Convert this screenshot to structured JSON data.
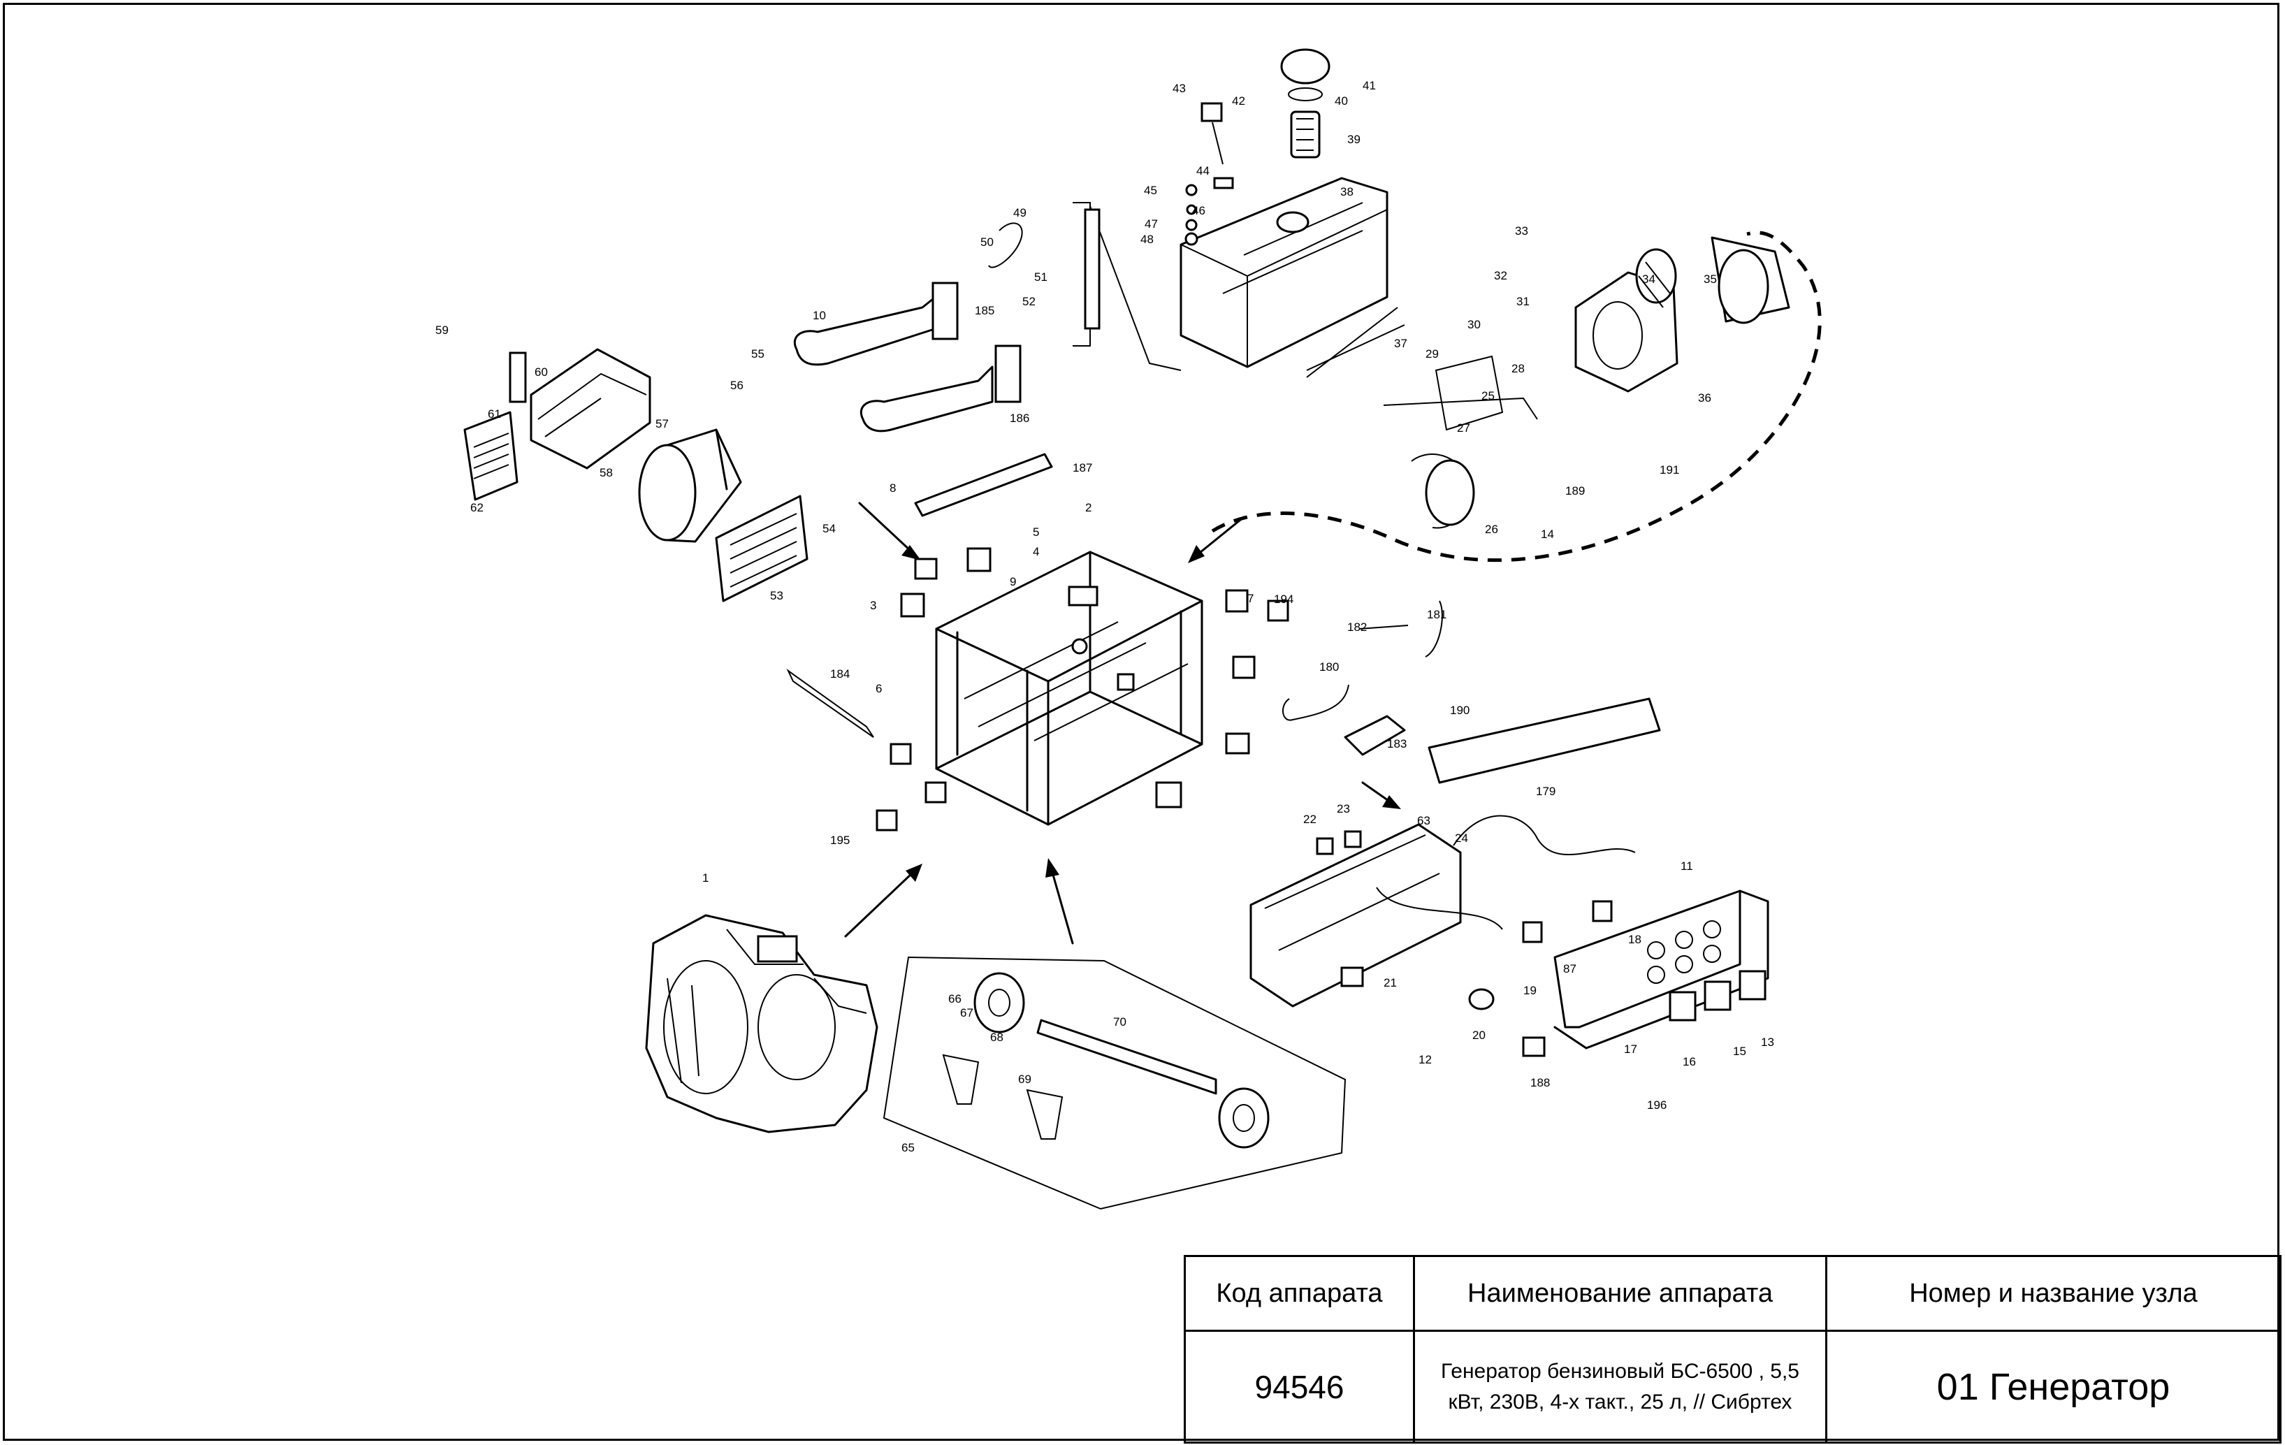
{
  "title_block": {
    "headers": {
      "code": "Код аппарата",
      "name": "Наименование аппарата",
      "unit": "Номер и название узла"
    },
    "values": {
      "code": "94546",
      "name": "Генератор бензиновый БС-6500 , 5,5 кВт, 230В, 4-х такт., 25 л, // Сибртех",
      "unit": "01 Генератор"
    }
  },
  "diagram": {
    "part_labels": [
      "1",
      "2",
      "3",
      "4",
      "5",
      "6",
      "7",
      "8",
      "9",
      "10",
      "11",
      "12",
      "13",
      "14",
      "15",
      "16",
      "17",
      "18",
      "19",
      "20",
      "21",
      "22",
      "23",
      "24",
      "25",
      "26",
      "27",
      "28",
      "29",
      "30",
      "31",
      "32",
      "33",
      "34",
      "35",
      "36",
      "37",
      "38",
      "39",
      "40",
      "41",
      "42",
      "43",
      "44",
      "45",
      "46",
      "47",
      "48",
      "49",
      "50",
      "51",
      "52",
      "53",
      "54",
      "55",
      "56",
      "57",
      "58",
      "59",
      "60",
      "61",
      "62",
      "63",
      "65",
      "66",
      "67",
      "68",
      "69",
      "70",
      "87",
      "179",
      "180",
      "181",
      "182",
      "183",
      "184",
      "185",
      "186",
      "187",
      "188",
      "189",
      "190",
      "191",
      "194",
      "195",
      "196"
    ]
  }
}
